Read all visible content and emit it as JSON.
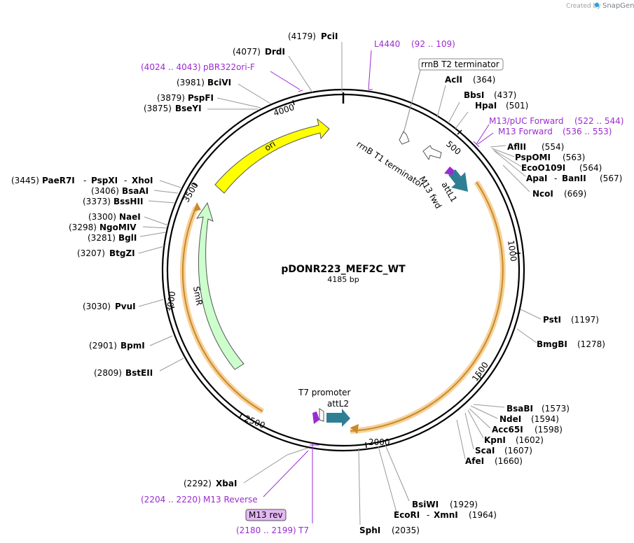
{
  "credit": {
    "prefix": "Created by",
    "brand": "SnapGene"
  },
  "plasmid": {
    "name": "pDONR223_MEF2C_WT",
    "length": "4185 bp"
  },
  "ticks": [
    "500",
    "1000",
    "1500",
    "2000",
    "2500",
    "3000",
    "3500",
    "4000"
  ],
  "features": {
    "ori": "ori",
    "smr": "SmR",
    "attl1": "attL1",
    "attl2": "attL2",
    "rrnb_t1": "rrnB T1 terminator",
    "rrnb_t2": "rrnB T2 terminator",
    "t7_promoter": "T7 promoter",
    "m13_fwd": "M13 fwd",
    "m13_rev": "M13 rev"
  },
  "primers": {
    "l4440": {
      "name": "L4440",
      "range": "(92 .. 109)"
    },
    "pbr322": {
      "name": "pBR322ori-F",
      "range": "(4024 .. 4043)"
    },
    "m13puc": {
      "name": "M13/pUC Forward",
      "range": "(522 .. 544)"
    },
    "m13f": {
      "name": "M13 Forward",
      "range": "(536 .. 553)"
    },
    "m13r": {
      "name": "M13 Reverse",
      "range": "(2204 .. 2220)"
    },
    "t7": {
      "name": "T7",
      "range": "(2180 .. 2199)"
    }
  },
  "sites": {
    "pcii": {
      "name": "PciI",
      "pos": "(4179)"
    },
    "drdi": {
      "name": "DrdI",
      "pos": "(4077)"
    },
    "bcivi": {
      "name": "BciVI",
      "pos": "(3981)"
    },
    "pspfi": {
      "name": "PspFI",
      "pos": "(3879)"
    },
    "bseyi": {
      "name": "BseYI",
      "pos": "(3875)"
    },
    "paer7i": {
      "name": "PaeR7I",
      "pos": "(3445)"
    },
    "pspxi": {
      "name": "PspXI",
      "pos": ""
    },
    "xhoi": {
      "name": "XhoI",
      "pos": ""
    },
    "bsaai": {
      "name": "BsaAI",
      "pos": "(3406)"
    },
    "bsshii": {
      "name": "BssHII",
      "pos": "(3373)"
    },
    "naei": {
      "name": "NaeI",
      "pos": "(3300)"
    },
    "ngomiv": {
      "name": "NgoMIV",
      "pos": "(3298)"
    },
    "bgli": {
      "name": "BglI",
      "pos": "(3281)"
    },
    "btgzi": {
      "name": "BtgZI",
      "pos": "(3207)"
    },
    "pvui": {
      "name": "PvuI",
      "pos": "(3030)"
    },
    "bpmi": {
      "name": "BpmI",
      "pos": "(2901)"
    },
    "bsteii": {
      "name": "BstEII",
      "pos": "(2809)"
    },
    "xbai": {
      "name": "XbaI",
      "pos": "(2292)"
    },
    "acli": {
      "name": "AclI",
      "pos": "(364)"
    },
    "bbsi": {
      "name": "BbsI",
      "pos": "(437)"
    },
    "hpai": {
      "name": "HpaI",
      "pos": "(501)"
    },
    "aflii": {
      "name": "AflII",
      "pos": "(554)"
    },
    "pspomi": {
      "name": "PspOMI",
      "pos": "(563)"
    },
    "ecoo109i": {
      "name": "EcoO109I",
      "pos": "(564)"
    },
    "apai": {
      "name": "ApaI",
      "pos": ""
    },
    "banii": {
      "name": "BanII",
      "pos": "(567)"
    },
    "ncoi": {
      "name": "NcoI",
      "pos": "(669)"
    },
    "psti": {
      "name": "PstI",
      "pos": "(1197)"
    },
    "bmgbi": {
      "name": "BmgBI",
      "pos": "(1278)"
    },
    "bsabi": {
      "name": "BsaBI",
      "pos": "(1573)"
    },
    "ndei": {
      "name": "NdeI",
      "pos": "(1594)"
    },
    "acc65i": {
      "name": "Acc65I",
      "pos": "(1598)"
    },
    "kpni": {
      "name": "KpnI",
      "pos": "(1602)"
    },
    "scai": {
      "name": "ScaI",
      "pos": "(1607)"
    },
    "afei": {
      "name": "AfeI",
      "pos": "(1660)"
    },
    "bsiwi": {
      "name": "BsiWI",
      "pos": "(1929)"
    },
    "ecori": {
      "name": "EcoRI",
      "pos": "(1964)"
    },
    "xmni": {
      "name": "XmnI",
      "pos": ""
    },
    "sphi": {
      "name": "SphI",
      "pos": "(2035)"
    }
  },
  "colors": {
    "ori": "#ffff00",
    "smr": "#ccffcc",
    "att": "#2f7f94",
    "primer": "#9b2bd1",
    "highlight": "#f5c16c",
    "insert": "#e8a23a"
  }
}
